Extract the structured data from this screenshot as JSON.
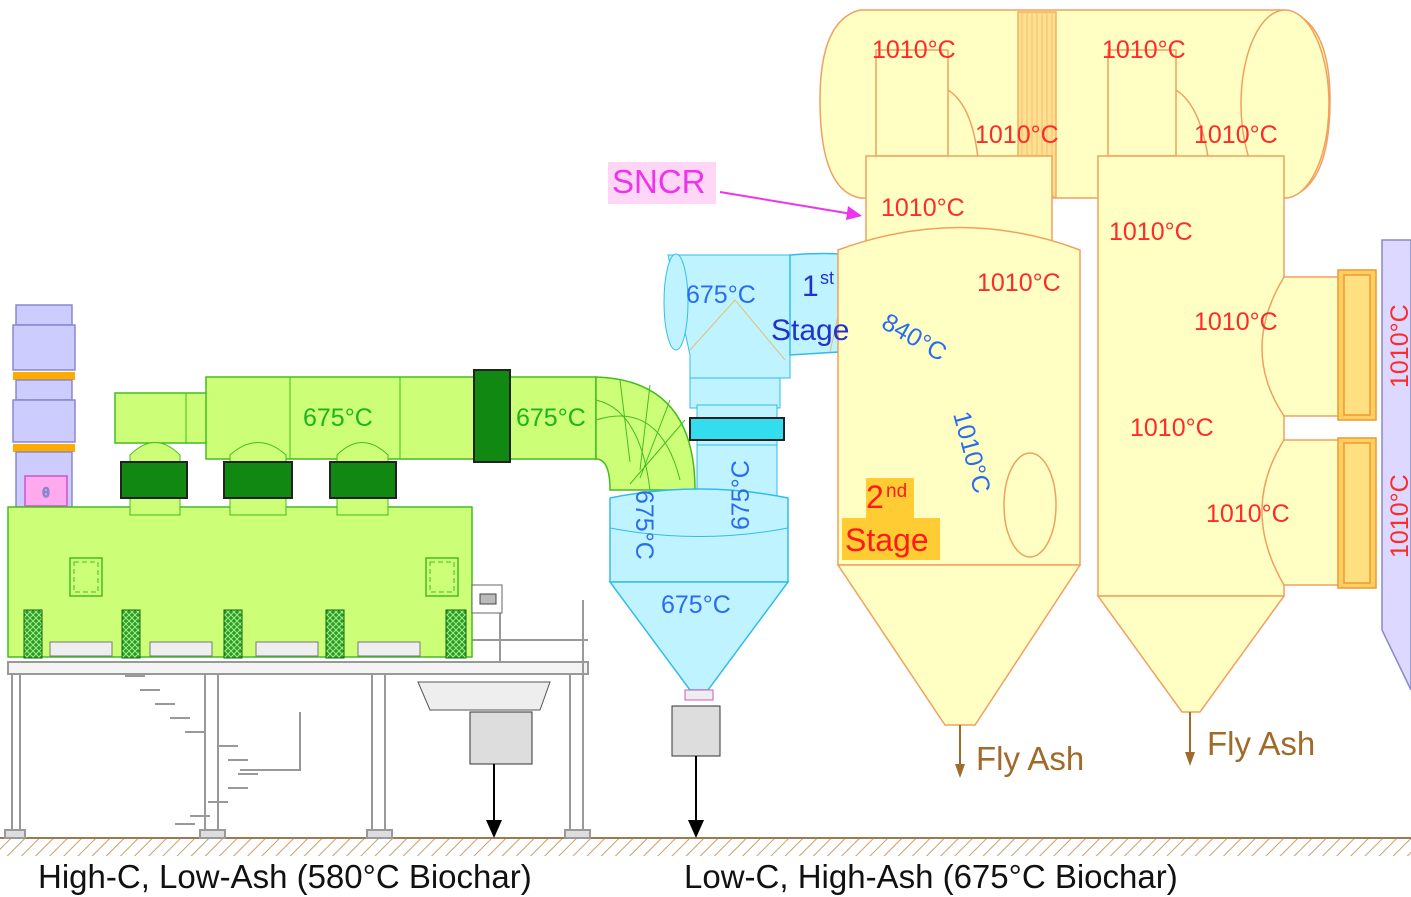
{
  "labels": {
    "sncr": "SNCR",
    "stage1_num": "1",
    "stage1_sup": "st",
    "stage1_word": "Stage",
    "stage2_num": "2",
    "stage2_sup": "nd",
    "stage2_word": "Stage",
    "fly_ash_1": "Fly Ash",
    "fly_ash_2": "Fly Ash",
    "output_left": "High-C, Low-Ash (580°C Biochar)",
    "output_right": "Low-C, High-Ash (675°C Biochar)"
  },
  "temperatures": {
    "t675": "675°C",
    "t840": "840°C",
    "t1010": "1010°C"
  },
  "colors": {
    "kiln_fill": "#ccff77",
    "kiln_stroke": "#44bb22",
    "band_dark_green": "#118811",
    "cyclone_fill": "#bff3ff",
    "cyclone_stroke": "#33bbee",
    "oxidizer_fill": "#ffffc4",
    "oxidizer_stroke": "#f0a060",
    "stack_fill": "#ccccff",
    "orange_band": "#ffaa00",
    "sncr_arrow": "#ee33ee",
    "ground": "#c8a070"
  }
}
